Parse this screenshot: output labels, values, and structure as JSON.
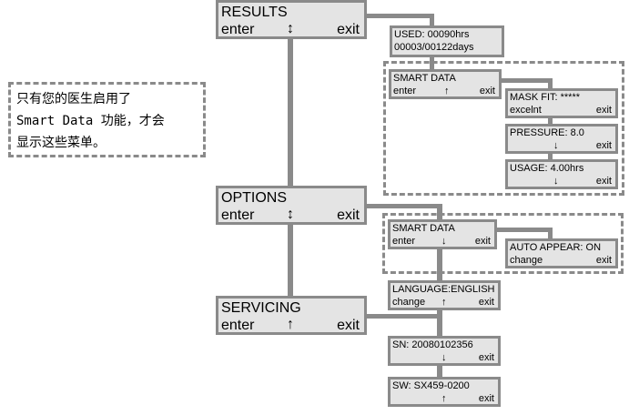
{
  "note": {
    "line1": "只有您的医生启用了",
    "line2": "Smart Data 功能，才会",
    "line3": "显示这些菜单。"
  },
  "menus": {
    "results": {
      "title": "RESULTS",
      "enter": "enter",
      "arrow": "↕",
      "exit": "exit"
    },
    "options": {
      "title": "OPTIONS",
      "enter": "enter",
      "arrow": "↕",
      "exit": "exit"
    },
    "servicing": {
      "title": "SERVICING",
      "enter": "enter",
      "arrow": "↑",
      "exit": "exit"
    }
  },
  "results_items": {
    "used": {
      "line1": "USED: 00090hrs",
      "line2": "00003/00122days"
    },
    "smart_data": {
      "title": "SMART DATA",
      "enter": "enter",
      "arrow": "↑",
      "exit": "exit"
    },
    "mask_fit": {
      "title": "MASK FIT: *****",
      "value": "excelnt",
      "exit": "exit"
    },
    "pressure": {
      "title": "PRESSURE: 8.0",
      "arrow": "↓",
      "exit": "exit"
    },
    "usage": {
      "title": "USAGE:  4.00hrs",
      "arrow": "↓",
      "exit": "exit"
    }
  },
  "options_items": {
    "smart_data": {
      "title": "SMART DATA",
      "enter": "enter",
      "arrow": "↓",
      "exit": "exit"
    },
    "auto_appear": {
      "title": "AUTO APPEAR: ON",
      "change": "change",
      "exit": "exit"
    },
    "language": {
      "title": "LANGUAGE:ENGLISH",
      "change": "change",
      "arrow": "↑",
      "exit": "exit"
    }
  },
  "servicing_items": {
    "sn": {
      "title": "SN: 20080102356",
      "arrow": "↓",
      "exit": "exit"
    },
    "sw": {
      "title": "SW: SX459-0200",
      "arrow": "↑",
      "exit": "exit"
    }
  }
}
